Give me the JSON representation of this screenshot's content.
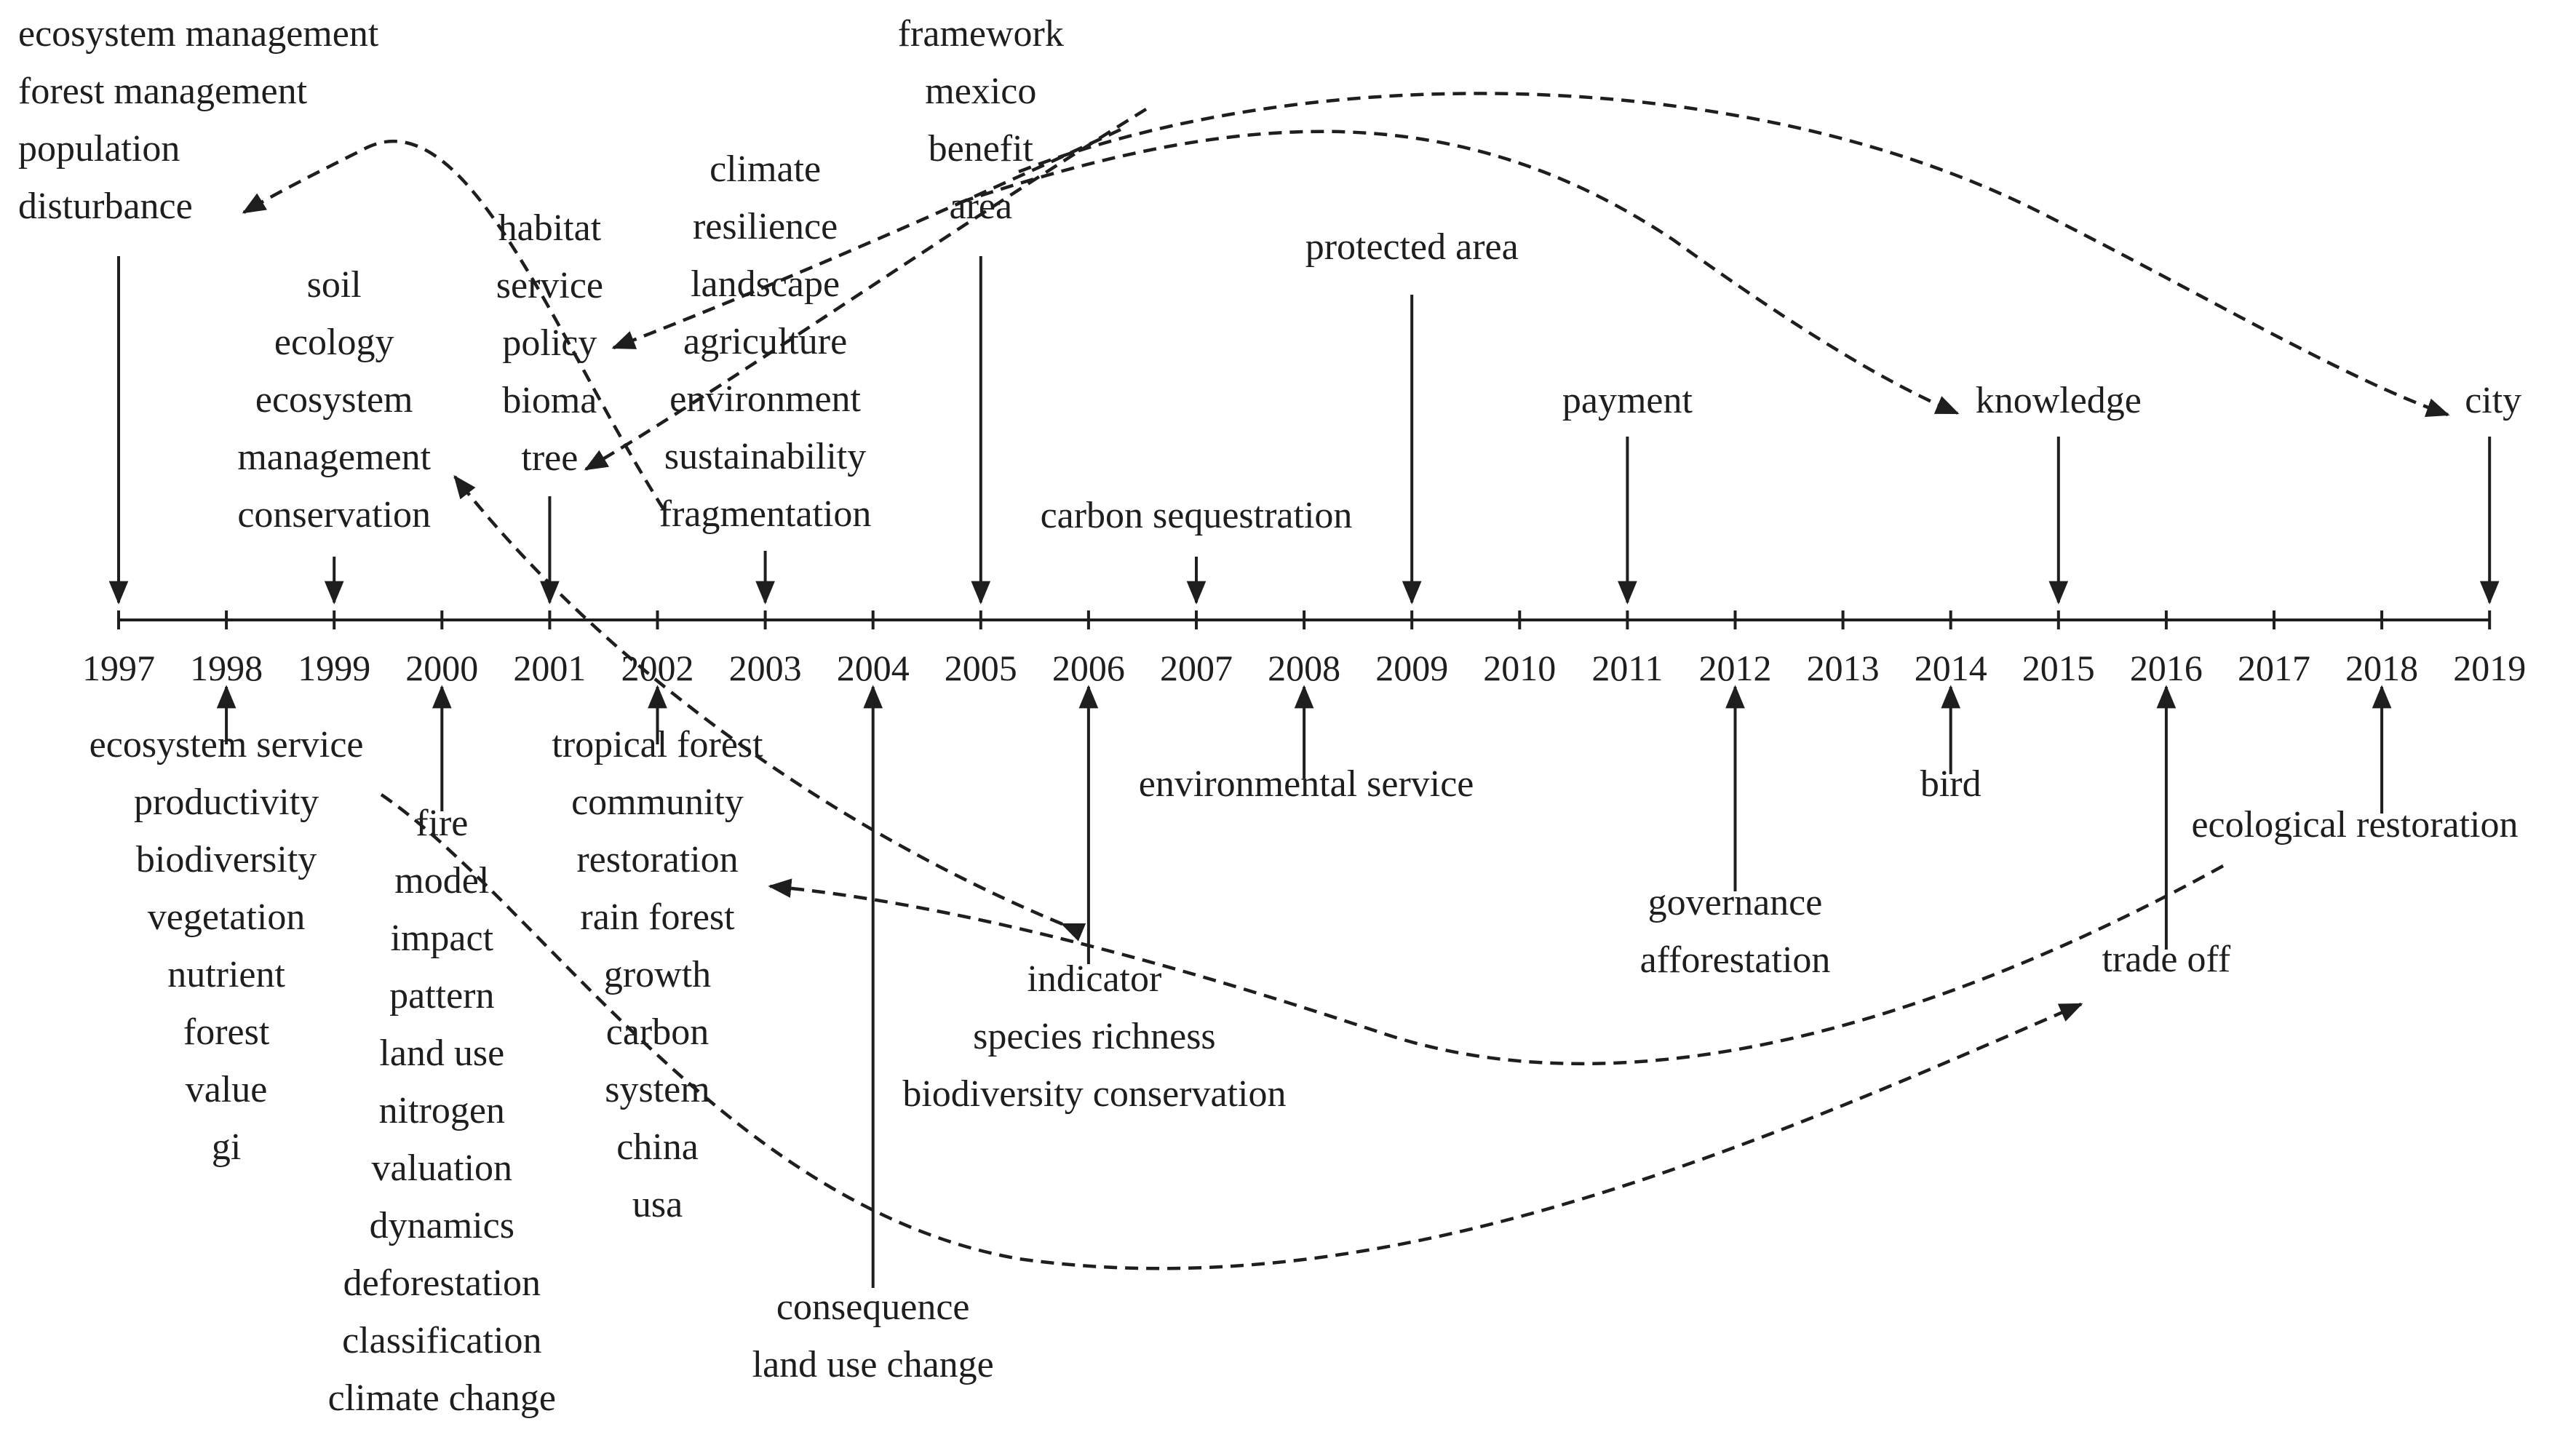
{
  "timeline": {
    "years": [
      "1997",
      "1998",
      "1999",
      "2000",
      "2001",
      "2002",
      "2003",
      "2004",
      "2005",
      "2006",
      "2007",
      "2008",
      "2009",
      "2010",
      "2011",
      "2012",
      "2013",
      "2014",
      "2015",
      "2016",
      "2017",
      "2018",
      "2019"
    ]
  },
  "keyword_groups": [
    {
      "year": "1997",
      "side": "above",
      "terms": [
        "ecosystem management",
        "forest management",
        "population",
        "disturbance"
      ]
    },
    {
      "year": "1999",
      "side": "above",
      "terms": [
        "soil",
        "ecology",
        "ecosystem",
        "management",
        "conservation"
      ]
    },
    {
      "year": "2001",
      "side": "above",
      "terms": [
        "habitat",
        "service",
        "policy",
        "bioma",
        "tree"
      ]
    },
    {
      "year": "2003",
      "side": "above",
      "terms": [
        "climate",
        "resilience",
        "landscape",
        "agriculture",
        "environment",
        "sustainability",
        "fragmentation"
      ]
    },
    {
      "year": "2005",
      "side": "above",
      "terms": [
        "framework",
        "mexico",
        "benefit",
        "area"
      ]
    },
    {
      "year": "2007",
      "side": "above",
      "terms": [
        "carbon sequestration"
      ]
    },
    {
      "year": "2009",
      "side": "above",
      "terms": [
        "protected area"
      ]
    },
    {
      "year": "2011",
      "side": "above",
      "terms": [
        "payment"
      ]
    },
    {
      "year": "2015",
      "side": "above",
      "terms": [
        "knowledge"
      ]
    },
    {
      "year": "2019",
      "side": "above",
      "terms": [
        "city"
      ]
    },
    {
      "year": "1998",
      "side": "below",
      "terms": [
        "ecosystem service",
        "productivity",
        "biodiversity",
        "vegetation",
        "nutrient",
        "forest",
        "value",
        "gi"
      ]
    },
    {
      "year": "2000",
      "side": "below",
      "terms": [
        "fire",
        "model",
        "impact",
        "pattern",
        "land use",
        "nitrogen",
        "valuation",
        "dynamics",
        "deforestation",
        "classification",
        "climate change"
      ]
    },
    {
      "year": "2002",
      "side": "below",
      "terms": [
        "tropical forest",
        "community",
        "restoration",
        "rain forest",
        "growth",
        "carbon",
        "system",
        "china",
        "usa"
      ]
    },
    {
      "year": "2004",
      "side": "below",
      "terms": [
        "consequence",
        "land use change"
      ]
    },
    {
      "year": "2006",
      "side": "below",
      "terms": [
        "indicator",
        "species richness",
        "biodiversity conservation"
      ]
    },
    {
      "year": "2008",
      "side": "below",
      "terms": [
        "environmental service"
      ]
    },
    {
      "year": "2012",
      "side": "below",
      "terms": [
        "governance",
        "afforestation"
      ]
    },
    {
      "year": "2014",
      "side": "below",
      "terms": [
        "bird"
      ]
    },
    {
      "year": "2016",
      "side": "below",
      "terms": [
        "trade off"
      ]
    },
    {
      "year": "2018",
      "side": "below",
      "terms": [
        "ecological restoration"
      ]
    }
  ],
  "evolution_links": [
    {
      "from": "fragmentation",
      "to": "disturbance"
    },
    {
      "from": "area",
      "to": "policy"
    },
    {
      "from": "area",
      "to": "tree"
    },
    {
      "from": "area",
      "to": "knowledge"
    },
    {
      "from": "area",
      "to": "city"
    },
    {
      "from": "indicator",
      "to": "management"
    },
    {
      "from": "management",
      "to": "indicator"
    },
    {
      "from": "ecological restoration",
      "to": "restoration"
    },
    {
      "from": "ecosystem service",
      "to": "trade off"
    }
  ],
  "colors": {
    "ink": "#1e1e1e",
    "background": "#ffffff"
  }
}
